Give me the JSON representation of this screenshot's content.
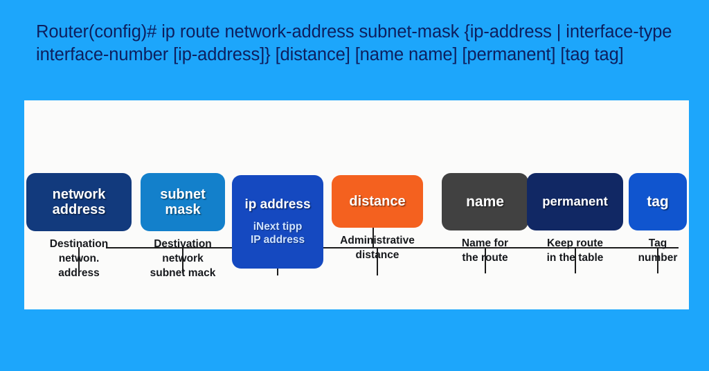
{
  "background_color": "#1da6fb",
  "panel_color": "#fbfbfa",
  "header": {
    "syntax": "Router(config)# ip route network-address subnet-mask {ip-address | interface-type interface-number [ip-address]} [distance] [name name] [permanent] [tag tag]",
    "text_color": "#0d1f5e"
  },
  "diagram": {
    "type": "tree",
    "connector_color": "#1b1b1b",
    "nodes": [
      {
        "id": "network-address",
        "label": "network\naddress",
        "sublabel": "",
        "caption": "Destination\nnetwon.\naddress",
        "color": "#123a7d",
        "title_size": "20px"
      },
      {
        "id": "subnet-mask",
        "label": "subnet\nmask",
        "sublabel": "",
        "caption": "Destivation\nnetwork\nsubnet mack",
        "color": "#1380cb",
        "title_size": "20px"
      },
      {
        "id": "ip-address",
        "label": "ip address",
        "sublabel": "iNext tipp\nIP address",
        "caption": "",
        "color": "#1549c0",
        "title_size": "19px"
      },
      {
        "id": "distance",
        "label": "distance",
        "sublabel": "",
        "caption": "Administrative\ndistance",
        "color": "#f4611f",
        "title_size": "20px"
      },
      {
        "id": "name",
        "label": "name",
        "sublabel": "",
        "caption": "Name for\nthe route",
        "color": "#414141",
        "title_size": "21px"
      },
      {
        "id": "permanent",
        "label": "permanent",
        "sublabel": "",
        "caption": "Keep route\nin the table",
        "color": "#112864",
        "title_size": "18.5px"
      },
      {
        "id": "tag",
        "label": "tag",
        "sublabel": "",
        "caption": "Tag\nnumber",
        "color": "#1055cf",
        "title_size": "21px"
      }
    ]
  }
}
